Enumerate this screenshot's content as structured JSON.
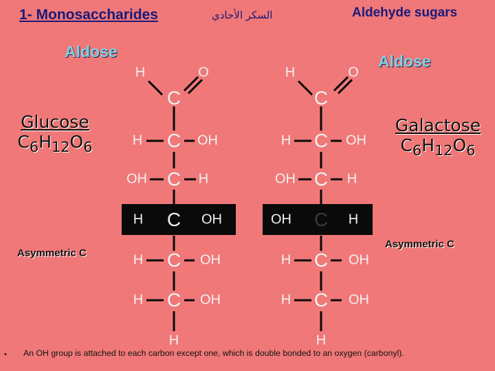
{
  "header": {
    "title": "1- Monosaccharides",
    "arabic": "السكر الأحادي",
    "category": "Aldehyde sugars"
  },
  "left": {
    "tag": "Aldose",
    "name": "Glucose",
    "formula": "C6H12O6",
    "asymmetric_label": "Asymmetric C",
    "top": {
      "h": "H",
      "o": "O",
      "c": "C"
    },
    "rows": [
      {
        "left": "H",
        "c": "C",
        "right": "OH"
      },
      {
        "left": "OH",
        "c": "C",
        "right": "H"
      },
      {
        "left": "H",
        "c": "C",
        "right": "OH"
      },
      {
        "left": "H",
        "c": "C",
        "right": "OH"
      },
      {
        "left": "H",
        "c": "C",
        "right": "OH"
      }
    ],
    "bottom": "H"
  },
  "right": {
    "tag": "Aldose",
    "name": "Galactose",
    "formula": "C6H12O6",
    "asymmetric_label": "Asymmetric C",
    "top": {
      "h": "H",
      "o": "O",
      "c": "C"
    },
    "rows": [
      {
        "left": "H",
        "c": "C",
        "right": "OH"
      },
      {
        "left": "OH",
        "c": "C",
        "right": "H"
      },
      {
        "left": "OH",
        "c": "C",
        "right": "H"
      },
      {
        "left": "H",
        "c": "C",
        "right": "OH"
      },
      {
        "left": "H",
        "c": "C",
        "right": "OH"
      }
    ],
    "bottom": "H"
  },
  "footer": {
    "bullet": "•",
    "note": "An OH group is attached to each carbon except one, which is double bonded to an oxygen (carbonyl)."
  },
  "colors": {
    "background": "#f07878",
    "title": "#1a1a7a",
    "aldose": "#7fd0e0",
    "atoms": "#f0f0f0",
    "band": "#0a0a0a"
  }
}
